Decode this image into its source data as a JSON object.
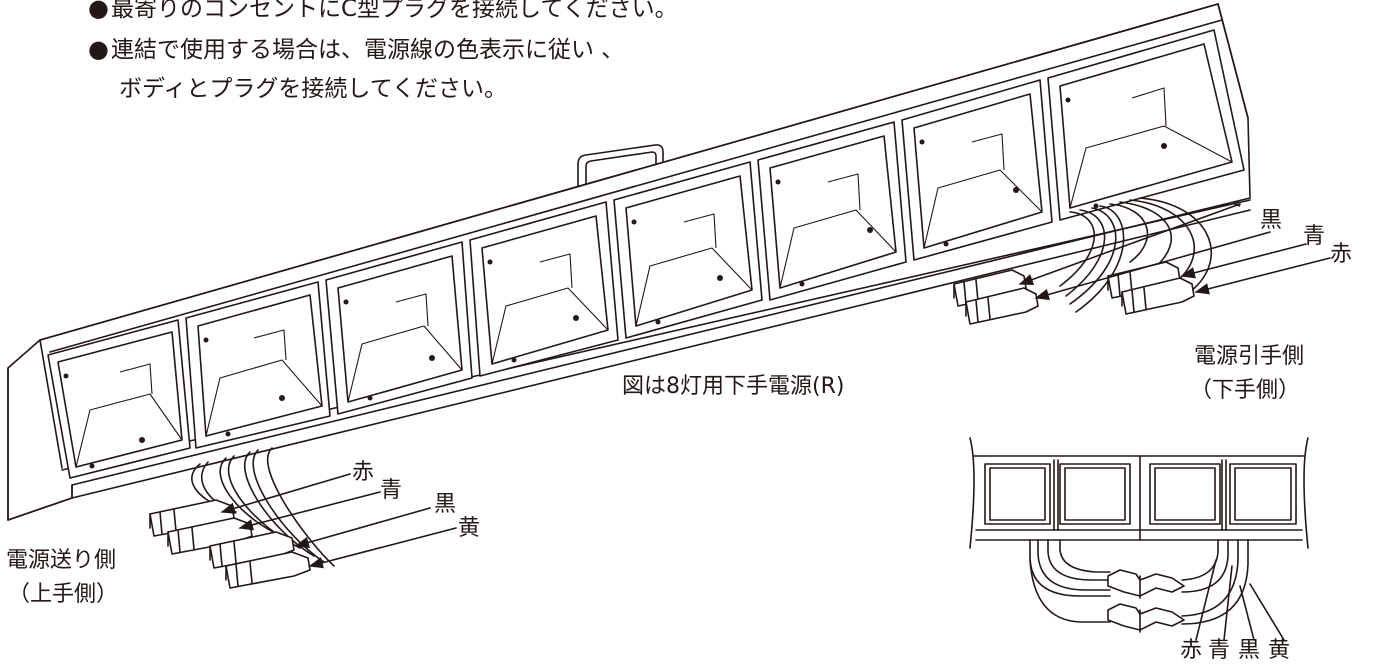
{
  "notes": {
    "bullet": "●",
    "line1": "最寄りのコンセントにC型プラグを接続してください。",
    "line2": "連結で使用する場合は、電源線の色表示に従い 、",
    "line3": "ボディとプラグを接続してください。"
  },
  "caption": "図は8灯用下手電源(R)",
  "feed_side": {
    "title": "電源送り側",
    "subtitle": "（上手側）"
  },
  "lead_side": {
    "title": "電源引手側",
    "subtitle": "（下手側）"
  },
  "wire_colors": {
    "red": "赤",
    "blue": "青",
    "black": "黒",
    "yellow": "黄"
  }
}
